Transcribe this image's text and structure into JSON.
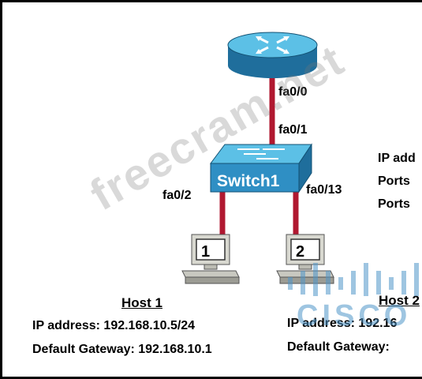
{
  "devices": {
    "router": {
      "icon": "router-icon"
    },
    "switch": {
      "label": "Switch1",
      "icon": "switch-icon"
    },
    "host1_pc": {
      "number": "1",
      "icon": "pc-icon"
    },
    "host2_pc": {
      "number": "2",
      "icon": "pc-icon"
    }
  },
  "ports": {
    "router_fa00": "fa0/0",
    "switch_fa01": "fa0/1",
    "switch_fa02": "fa0/2",
    "switch_fa013": "fa0/13"
  },
  "host1": {
    "title": "Host 1",
    "ip": "IP address: 192.168.10.5/24",
    "gateway": "Default Gateway: 192.168.10.1"
  },
  "host2": {
    "title": "Host 2",
    "ip": "IP address: 192.16",
    "gateway": "Default Gateway:"
  },
  "switch_info": {
    "ip": "IP add",
    "ports_1": "Ports",
    "ports_2": "Ports"
  },
  "watermark": {
    "text": "freecram.net",
    "logo_text": "CISCO"
  },
  "colors": {
    "link": "#b01830",
    "device_blue": "#2f8fc4",
    "device_blue_light": "#5cc0e6"
  }
}
